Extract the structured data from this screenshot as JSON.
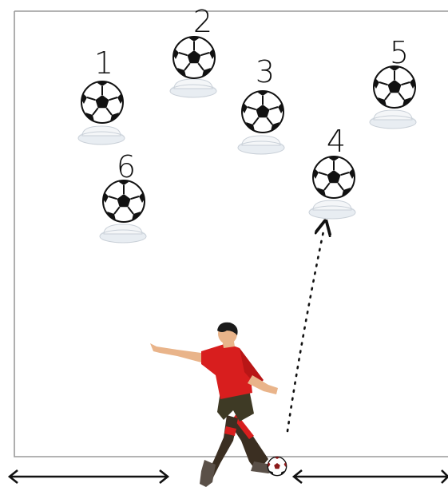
{
  "targets": [
    {
      "id": "1",
      "label": "1"
    },
    {
      "id": "2",
      "label": "2"
    },
    {
      "id": "3",
      "label": "3"
    },
    {
      "id": "4",
      "label": "4"
    },
    {
      "id": "5",
      "label": "5"
    },
    {
      "id": "6",
      "label": "6"
    }
  ],
  "shot": {
    "target": "4"
  },
  "colors": {
    "field_border": "#9a9a9a",
    "cone": "#dde3ea",
    "jersey": "#d81e1e",
    "shorts": "#3e3a25",
    "socks": "#3b2f22",
    "skin": "#e9b48a",
    "hair": "#1a1a1a"
  }
}
